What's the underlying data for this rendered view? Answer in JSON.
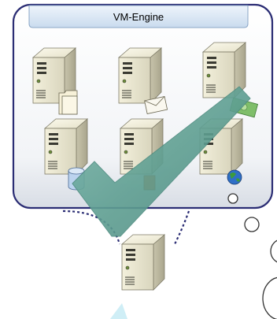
{
  "diagram": {
    "engine_title": "VM-Engine",
    "colors": {
      "container_border": "#2b2d74",
      "container_fill_top": "#ffffff",
      "container_fill_bottom": "#dfe3ea",
      "title_tab_fill": "#dbe8f4",
      "checkmark": "#6aa89c",
      "server_body": "#e8e4cf",
      "server_shadow": "#9a9785",
      "bubble_stroke": "#333333"
    },
    "servers": [
      {
        "name": "server-folder",
        "overlay_icon": "folder-icon"
      },
      {
        "name": "server-mail",
        "overlay_icon": "envelope-icon"
      },
      {
        "name": "server-money",
        "overlay_icon": "money-icon"
      },
      {
        "name": "server-database",
        "overlay_icon": "database-icon"
      },
      {
        "name": "server-document",
        "overlay_icon": "document-icon"
      },
      {
        "name": "server-web",
        "overlay_icon": "globe-icon"
      },
      {
        "name": "host-server",
        "overlay_icon": ""
      }
    ]
  }
}
